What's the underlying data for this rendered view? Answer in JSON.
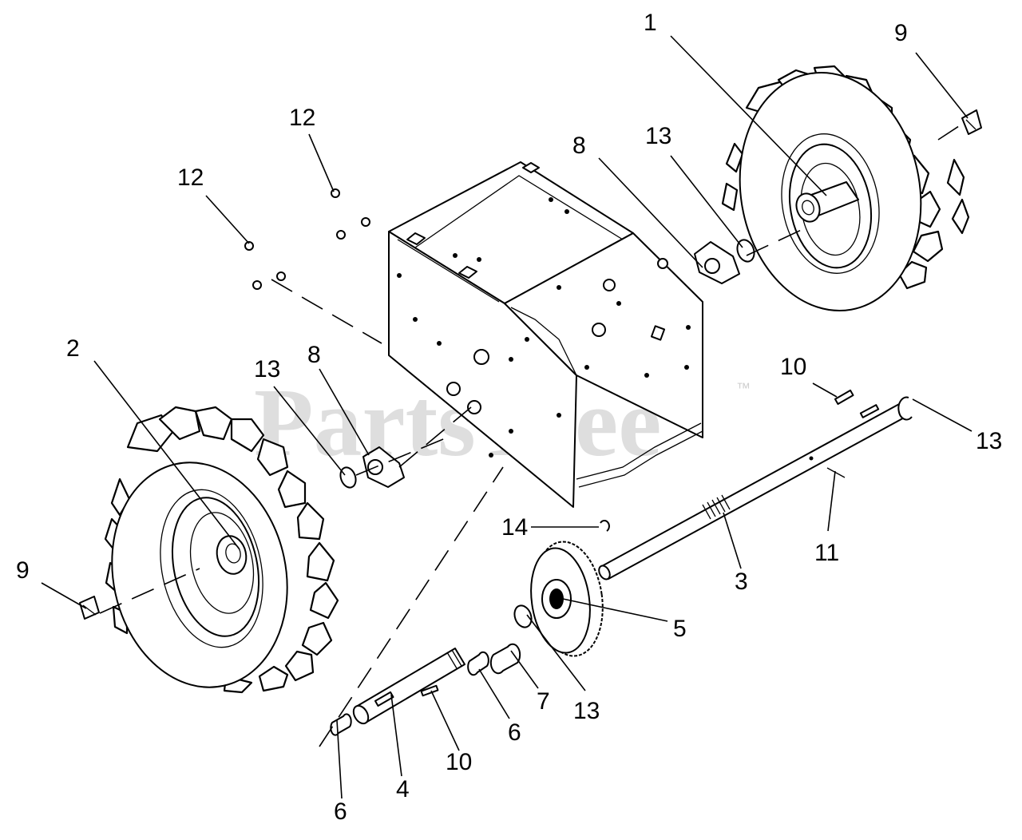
{
  "watermark": {
    "text": "PartsTree",
    "trademark": "™"
  },
  "callouts": [
    {
      "id": "c1",
      "label": "1"
    },
    {
      "id": "c2",
      "label": "2"
    },
    {
      "id": "c3",
      "label": "3"
    },
    {
      "id": "c4",
      "label": "4"
    },
    {
      "id": "c5",
      "label": "5"
    },
    {
      "id": "c6a",
      "label": "6"
    },
    {
      "id": "c6b",
      "label": "6"
    },
    {
      "id": "c7",
      "label": "7"
    },
    {
      "id": "c8a",
      "label": "8"
    },
    {
      "id": "c8b",
      "label": "8"
    },
    {
      "id": "c9a",
      "label": "9"
    },
    {
      "id": "c9b",
      "label": "9"
    },
    {
      "id": "c10a",
      "label": "10"
    },
    {
      "id": "c10b",
      "label": "10"
    },
    {
      "id": "c11",
      "label": "11"
    },
    {
      "id": "c12a",
      "label": "12"
    },
    {
      "id": "c12b",
      "label": "12"
    },
    {
      "id": "c13a",
      "label": "13"
    },
    {
      "id": "c13b",
      "label": "13"
    },
    {
      "id": "c13c",
      "label": "13"
    },
    {
      "id": "c13d",
      "label": "13"
    },
    {
      "id": "c14",
      "label": "14"
    }
  ]
}
